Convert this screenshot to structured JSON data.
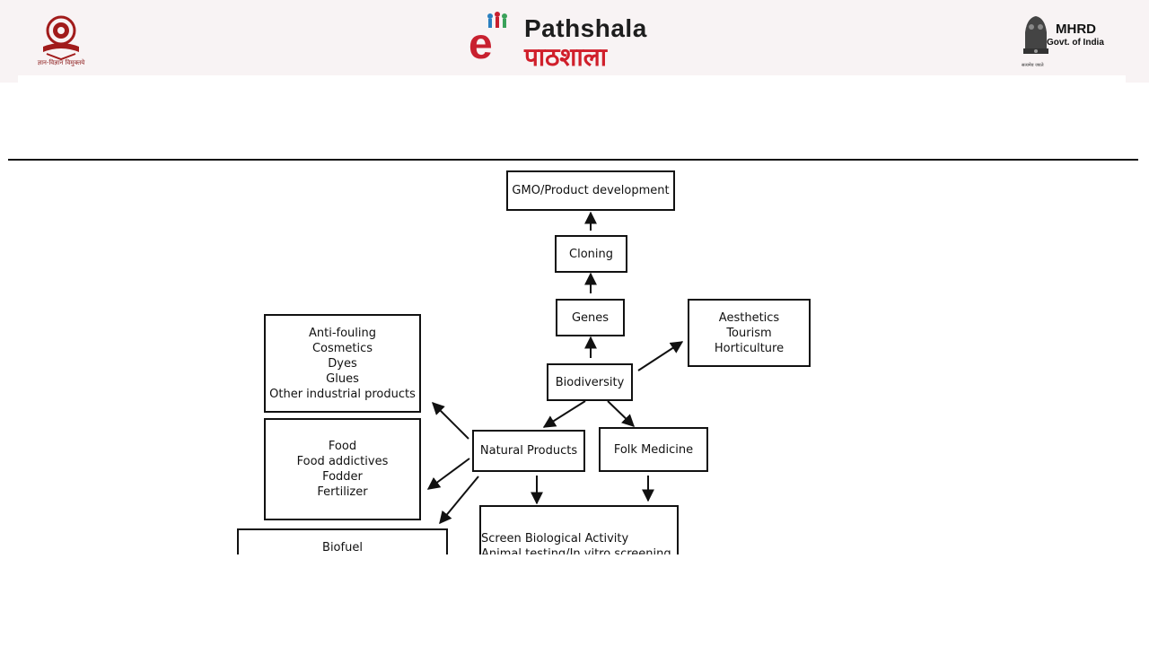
{
  "header": {
    "left_logo_tagline": "ज्ञान-विज्ञान विमुक्तये",
    "brand_prefix": "e",
    "brand_name_en": "Pathshala",
    "brand_name_hi": "पाठशाला",
    "mhrd_title": "MHRD",
    "mhrd_subtitle": "Govt. of India",
    "mhrd_motto": "सत्यमेव जयते"
  },
  "diagram": {
    "nodes": {
      "gmo": "GMO/Product development",
      "cloning": "Cloning",
      "genes": "Genes",
      "biodiversity": "Biodiversity",
      "aesthetics": [
        "Aesthetics",
        "Tourism",
        "Horticulture"
      ],
      "industrial": [
        "Anti-fouling",
        "Cosmetics",
        "Dyes",
        "Glues",
        "Other industrial products"
      ],
      "natural_products": "Natural Products",
      "folk_medicine": "Folk Medicine",
      "food": [
        "Food",
        "Food addictives",
        "Fodder",
        "Fertilizer"
      ],
      "biofuel": "Biofuel",
      "screen": [
        "Screen Biological Activity",
        "Animal testing/In vitro screening"
      ]
    }
  },
  "colors": {
    "header_bg": "#f8f3f4",
    "brand_red": "#d01f2b",
    "line": "#111111"
  }
}
